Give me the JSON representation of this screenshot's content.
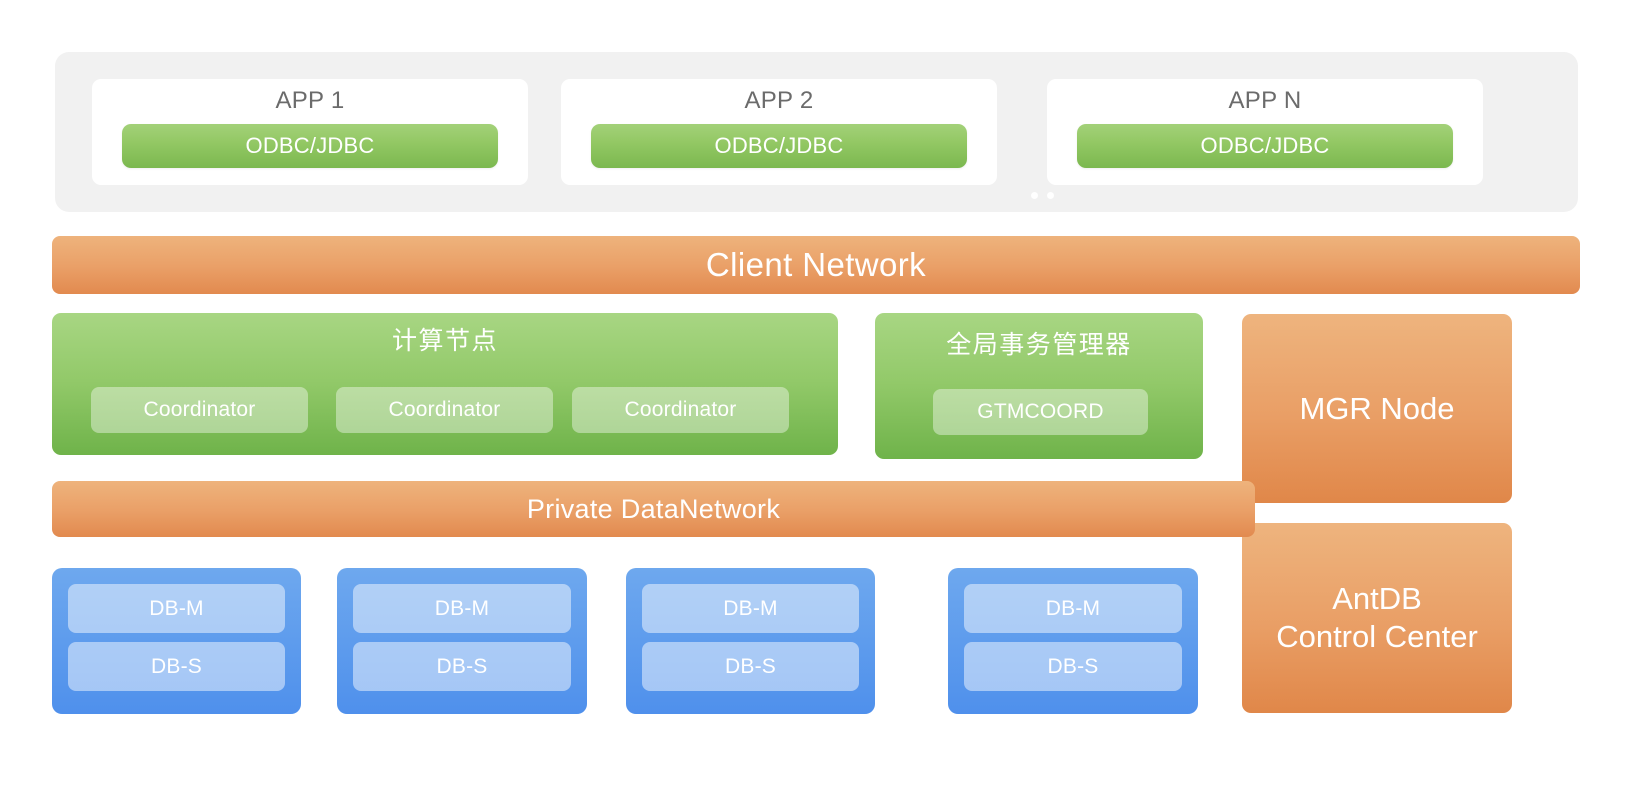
{
  "app_band": {
    "apps": [
      {
        "title": "APP 1",
        "driver": "ODBC/JDBC"
      },
      {
        "title": "APP 2",
        "driver": "ODBC/JDBC"
      },
      {
        "title": "APP N",
        "driver": "ODBC/JDBC"
      }
    ]
  },
  "networks": {
    "client": "Client Network",
    "private": "Private DataNetwork"
  },
  "compute": {
    "title": "计算节点",
    "nodes": [
      "Coordinator",
      "Coordinator",
      "Coordinator"
    ]
  },
  "gtm": {
    "title": "全局事务管理器",
    "nodes": [
      "GTMCOORD"
    ]
  },
  "right_column": {
    "mgr_node": "MGR Node",
    "control_center_line1": "AntDB",
    "control_center_line2": "Control Center"
  },
  "db_groups": [
    {
      "master": "DB-M",
      "slave": "DB-S"
    },
    {
      "master": "DB-M",
      "slave": "DB-S"
    },
    {
      "master": "DB-M",
      "slave": "DB-S"
    },
    {
      "master": "DB-M",
      "slave": "DB-S"
    }
  ],
  "colors": {
    "band_background": "#f1f1f1",
    "green_light": "#a8d683",
    "green_dark": "#6fb34a",
    "orange_light": "#eeb37c",
    "orange_dark": "#e08749",
    "blue_light": "#6ea8ee",
    "blue_dark": "#4f90ec",
    "app_title_text": "#6b6b6b",
    "white": "#ffffff"
  }
}
